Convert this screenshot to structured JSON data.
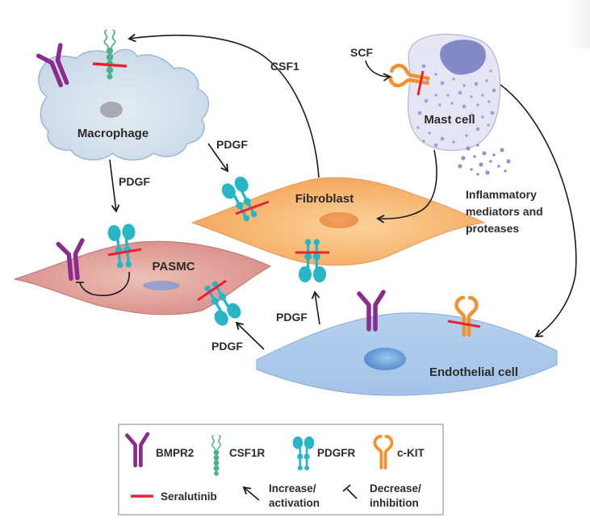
{
  "colors": {
    "bmpr2": "#8a2b8f",
    "csf1r": "#4cb38a",
    "pdgfr": "#27b6c6",
    "ckit": "#f3922a",
    "seralutinib": "#e8222e",
    "arrow": "#1a1a1a",
    "macrophage_fill": "#d3e0ec",
    "fibroblast_fill": "#f7b66d",
    "pasmc_fill": "#e3a39c",
    "endothelial_fill": "#aac8ea",
    "mast_cell_fill": "#e4e3f2",
    "mast_nucleus": "#8388c6"
  },
  "cells": {
    "macrophage": "Macrophage",
    "mast_cell": "Mast cell",
    "fibroblast": "Fibroblast",
    "pasmc": "PASMC",
    "endothelial": "Endothelial cell"
  },
  "signals": {
    "csf1": "CSF1",
    "scf": "SCF",
    "pdgf_macrophage_to_fibroblast": "PDGF",
    "pdgf_macrophage_to_pasmc": "PDGF",
    "pdgf_endothelial_to_fibroblast": "PDGF",
    "pdgf_endothelial_to_pasmc": "PDGF",
    "inflammatory": [
      "Inflammatory",
      "mediators and",
      "proteases"
    ]
  },
  "legend": {
    "items": [
      {
        "icon": "bmpr2-receptor",
        "label": "BMPR2"
      },
      {
        "icon": "csf1r-receptor",
        "label": "CSF1R"
      },
      {
        "icon": "pdgfr-receptor",
        "label": "PDGFR"
      },
      {
        "icon": "ckit-receptor",
        "label": "c-KIT"
      }
    ],
    "seralutinib": "Seralutinib",
    "increase": [
      "Increase/",
      "activation"
    ],
    "decrease": [
      "Decrease/",
      "inhibition"
    ]
  }
}
